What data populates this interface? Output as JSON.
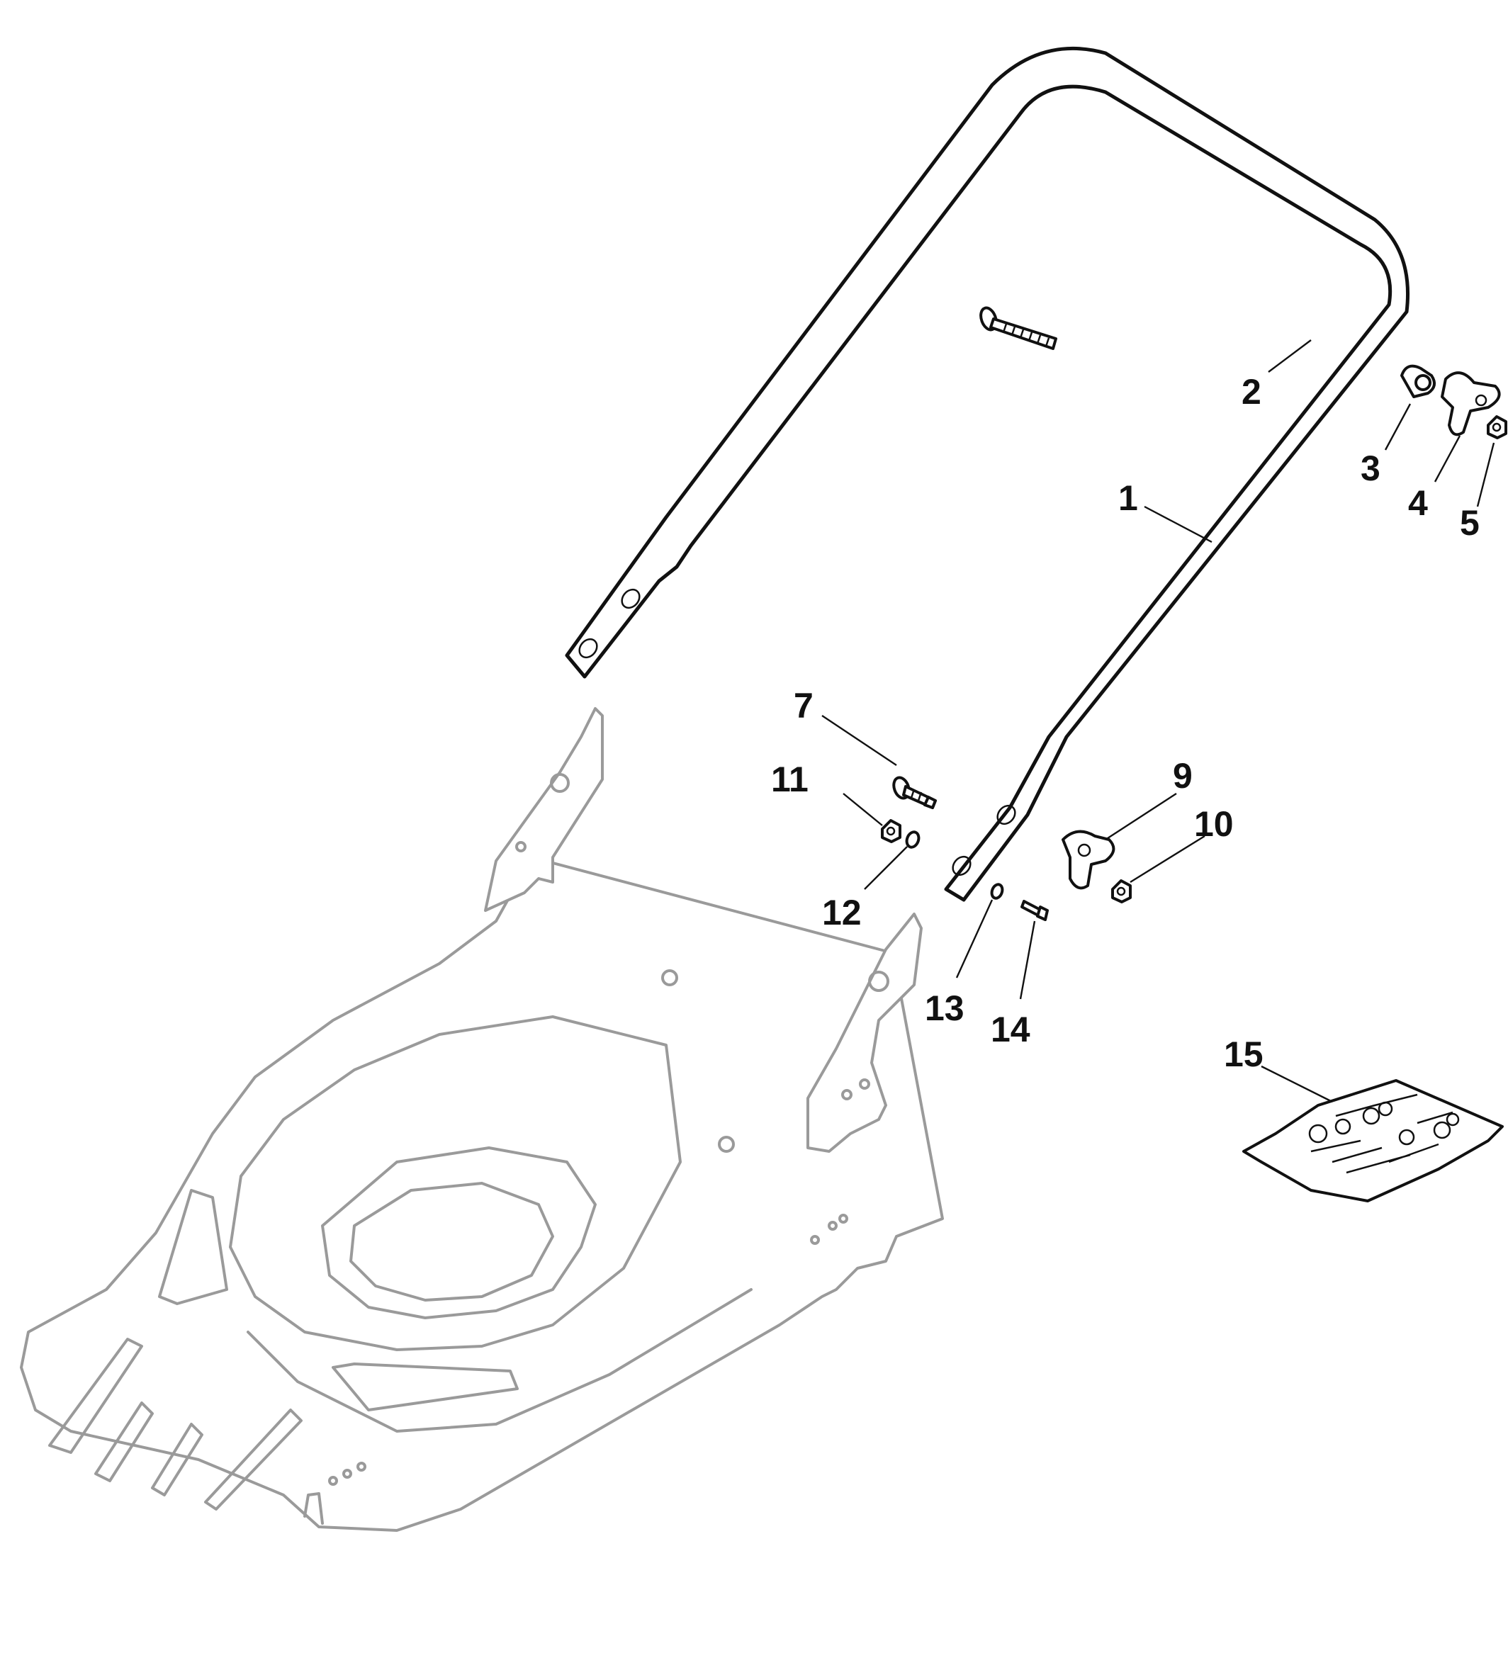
{
  "colors": {
    "outline": "#111111",
    "deck": "#9a9a9a",
    "background": "#ffffff"
  },
  "callouts": {
    "c1": "1",
    "c2": "2",
    "c3": "3",
    "c4": "4",
    "c5": "5",
    "c7": "7",
    "c9": "9",
    "c10": "10",
    "c11": "11",
    "c12": "12",
    "c13": "13",
    "c14": "14",
    "c15": "15"
  },
  "parts": {
    "handle": "handle-bar",
    "bolt": "carriage-bolt",
    "washer": "washer",
    "knob": "star-knob",
    "nut": "nut",
    "screw": "screw",
    "kit": "hardware-kit-bag",
    "deck": "mower-deck"
  }
}
